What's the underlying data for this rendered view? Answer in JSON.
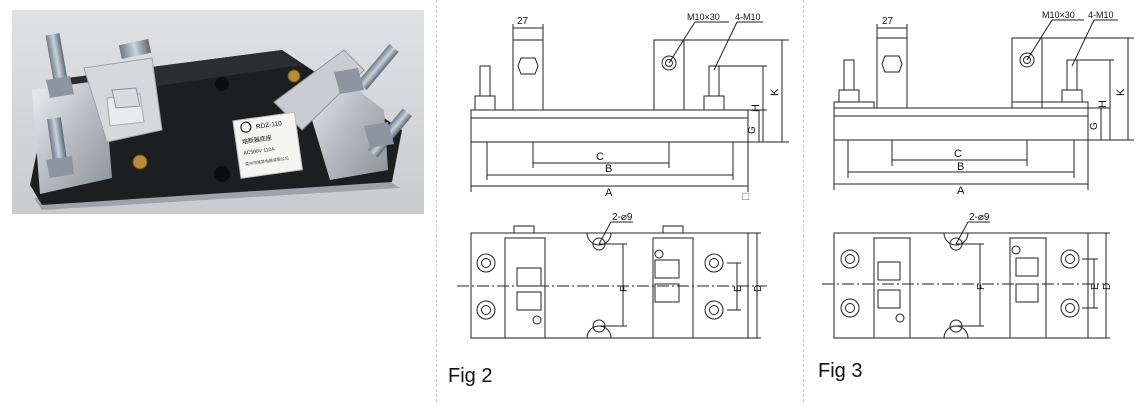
{
  "photo": {
    "label_lines": [
      "RDZ-110",
      "熔断器底座",
      "AC500V 110A",
      "温州市某某电器有限公司"
    ]
  },
  "fig2": {
    "caption": "Fig 2",
    "dims": {
      "top_width": "27",
      "bolt": "M10×30",
      "studs": "4-M10",
      "k": "K",
      "h": "H",
      "g": "G",
      "c": "C",
      "b": "B",
      "a": "A",
      "holes": "2-⌀9",
      "f": "F",
      "e": "E",
      "d": "D"
    },
    "checkbox": "□"
  },
  "fig3": {
    "caption": "Fig 3",
    "dims": {
      "top_width": "27",
      "bolt": "M10×30",
      "studs": "4-M10",
      "k": "K",
      "h": "H",
      "g": "G",
      "c": "C",
      "b": "B",
      "a": "A",
      "holes": "2-⌀9",
      "f": "F",
      "e": "E",
      "d": "D"
    }
  }
}
